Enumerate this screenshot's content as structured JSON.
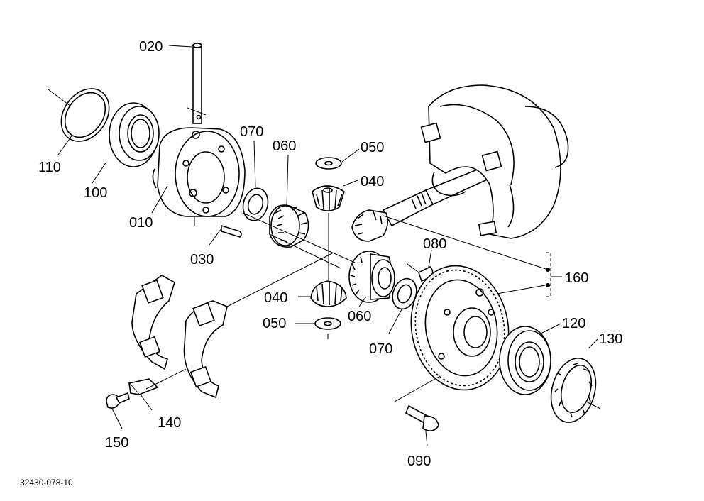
{
  "drawing_code": "32430-078-10",
  "labels": {
    "p020": "020",
    "p070_top": "070",
    "p060_top": "060",
    "p050_top": "050",
    "p040_top": "040",
    "p110": "110",
    "p100": "100",
    "p010": "010",
    "p030": "030",
    "p080": "080",
    "p160": "160",
    "p040_bottom": "040",
    "p060_bottom": "060",
    "p050_bottom": "050",
    "p070_bottom": "070",
    "p120": "120",
    "p130": "130",
    "p140": "140",
    "p150": "150",
    "p090": "090"
  }
}
